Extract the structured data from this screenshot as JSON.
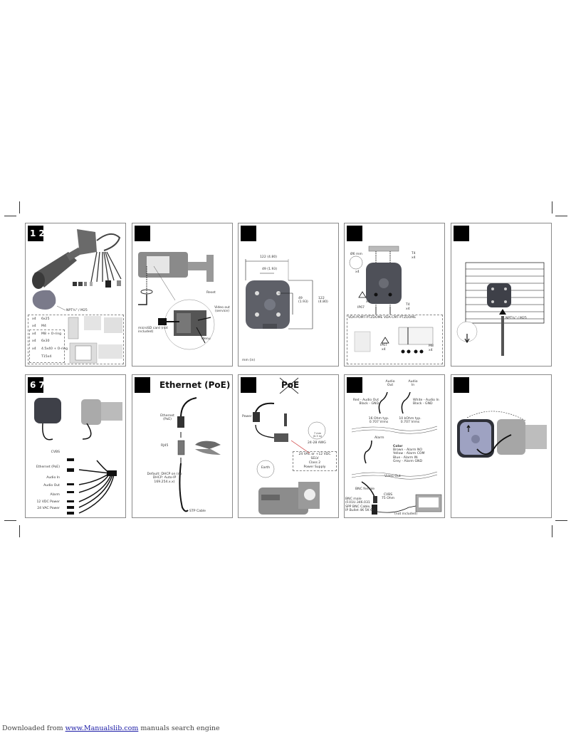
{
  "panels": [
    {
      "id": "p1",
      "badge": "1 2",
      "labels": {
        "thread": "NPT¾\" / M25",
        "kit": [
          "x4",
          "6x25",
          "x4",
          "M4",
          "x4",
          "M8 + O-ring",
          "x4",
          "6x30",
          "x4",
          "4.5x40 + O-ring",
          "T15x4"
        ]
      }
    },
    {
      "id": "p2",
      "badge": "",
      "labels": {
        "reset": "Reset",
        "video_out": "Video out (service)",
        "microsd": "microSD card (not included)",
        "menu": "Menu"
      }
    },
    {
      "id": "p3",
      "badge": "",
      "labels": {
        "width_outer": "122 (4.80)",
        "width_inner": "49 (1.93)",
        "height_inner": "49 (1.93)",
        "height_outer": "122 (4.80)",
        "units": "mm (in)"
      }
    },
    {
      "id": "p4",
      "badge": "",
      "labels": {
        "drill": "Ø6 mm",
        "drill_qty": "x4",
        "screw_top": "T4",
        "screw_top_qty": "x4",
        "ip_qty": "x4",
        "ip": "IP67",
        "screw_bot": "T4",
        "screw_bot_qty": "x4",
        "mounts": "VDA-POMT-PTZDOME VDA-CMT-PTZDOME",
        "ip2": "IP67",
        "ip2_qty": "x4",
        "m8": "M8",
        "m8_qty": "x4"
      }
    },
    {
      "id": "p5",
      "badge": "",
      "labels": {
        "thread": "NPT¾\" / M25"
      }
    },
    {
      "id": "p6",
      "badge": "6 7",
      "labels": {
        "cvbs": "CVBS",
        "ethernet": "Ethernet (PoE)",
        "audio_in": "Audio In",
        "audio_out": "Audio Out",
        "alarm": "Alarm",
        "vdc": "12 VDC Power",
        "vac": "24 VAC Power"
      }
    },
    {
      "id": "p7",
      "badge": "",
      "title": "Ethernet (PoE)",
      "labels": {
        "ethernet": "Ethernet (PoE)",
        "rj45": "RJ45",
        "default": "Default: DHCP on (no DHCP: Auto-IP 169.254.x.x)",
        "stp": "STP Cable"
      }
    },
    {
      "id": "p8",
      "badge": "",
      "title": "PoE",
      "labels": {
        "power": "Power",
        "strip": "7 mm (0.3 in)",
        "awg": "24-28 AWG",
        "supply": "24 VAC or +12 VDC",
        "selv": "SELV",
        "class": "Class 2",
        "ps": "Power Supply",
        "earth": "Earth"
      }
    },
    {
      "id": "p9",
      "badge": "",
      "labels": {
        "audio_out": "Audio Out",
        "audio_in": "Audio In",
        "red": "Red - Audio Out",
        "black1": "Black - GND",
        "white": "White - Audio In",
        "black2": "Black - GND",
        "ohm16": "16 Ohm typ.",
        "vrms1": "0.707 Vrms",
        "kohm10": "10 kOhm typ.",
        "vrms2": "0.707 Vrms",
        "alarm": "Alarm",
        "color": "Color",
        "brown": "Brown - Alarm NO",
        "yellow": "Yellow - Alarm COM",
        "blue": "Blue - Alarm IN",
        "grey": "Grey - Alarm GND",
        "video_out": "Video Out",
        "bnc_female": "BNC female",
        "cvbs": "CVBS",
        "ohm75": "75 Ohm",
        "bnc_male": "BNC male",
        "part": "(F.01U.346.031",
        "spp": "SPP BNC Cable,",
        "bullet": "IP Bullet 4K 5K 6K)",
        "not_included": "(not included)"
      }
    },
    {
      "id": "p10",
      "badge": "",
      "labels": {}
    }
  ],
  "footer": {
    "prefix": "Downloaded from ",
    "link": "www.Manualslib.com",
    "suffix": "  manuals search engine"
  }
}
